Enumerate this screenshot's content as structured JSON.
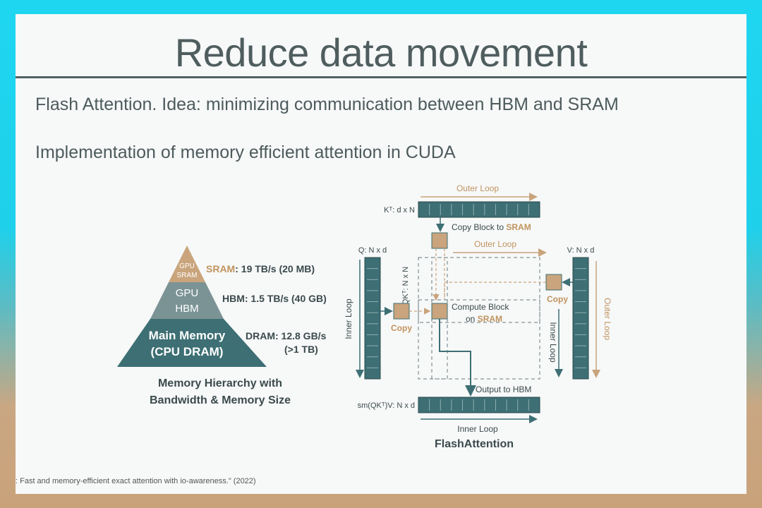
{
  "slide": {
    "title": "Reduce data movement",
    "line1": "Flash Attention. Idea: minimizing communication between HBM and SRAM",
    "line2": "Implementation of memory efficient attention in CUDA",
    "citation": ": Fast and memory-efficient exact attention with io-awareness.\" (2022)"
  },
  "pyramid": {
    "sram_label_1": "GPU",
    "sram_label_2": "SRAM",
    "hbm_label_1": "GPU",
    "hbm_label_2": "HBM",
    "dram_label_1": "Main Memory",
    "dram_label_2": "(CPU DRAM)",
    "sram_key": "SRAM",
    "sram_stat": ": 19 TB/s (20 MB)",
    "hbm_stat": "HBM: 1.5 TB/s (40 GB)",
    "dram_stat_1": "DRAM: 12.8 GB/s",
    "dram_stat_2": "(>1 TB)",
    "caption_1": "Memory Hierarchy with",
    "caption_2": "Bandwidth & Memory Size"
  },
  "flash": {
    "outer_loop_top": "Outer Loop",
    "kt_label": "Kᵀ: d x N",
    "copy_block_prefix": "Copy Block to ",
    "copy_block_sram": "SRAM",
    "outer_loop_mid": "Outer Loop",
    "q_label": "Q: N x d",
    "v_label": "V: N x d",
    "qkt_label": "QKᵀ: N x N",
    "inner_loop_left": "Inner Loop",
    "copy_left": "Copy",
    "copy_right": "Copy",
    "compute_1": "Compute Block",
    "compute_2_prefix": "on ",
    "compute_2_sram": "SRAM",
    "inner_loop_mid": "Inner Loop",
    "outer_loop_right": "Outer Loop",
    "output_label": "Output to HBM",
    "out_label": "sm(QKᵀ)V: N x d",
    "inner_loop_bottom": "Inner Loop",
    "caption": "FlashAttention"
  },
  "colors": {
    "tan": "#c9a47c",
    "teal_dark": "#3d6f74",
    "teal_mid": "#7b9394",
    "text_dark": "#3b4a4c",
    "sram_gold": "#c0945f"
  }
}
